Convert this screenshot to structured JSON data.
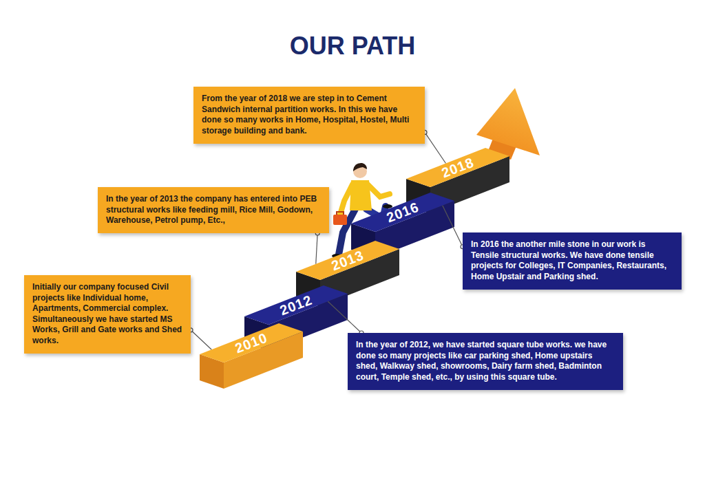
{
  "diagram": {
    "title": "OUR PATH",
    "nodes": [
      {
        "text": [
          "From the year of 2018 we are step in to Cement Sandwich internal partition works. In this we have done so many works in Home, Hospital, Hostel, Multi storage building and bank."
        ]
      },
      {
        "text": [
          "In the year of 2013 the company has entered into PEB structural works like feeding mill, Rice Mill, Godown, Warehouse, Petrol pump, Etc.,"
        ]
      },
      {
        "text": [
          "In 2016 the another mile stone in our work is Tensile structural works. We have done tensile projects for Colleges, IT Companies, Restaurants, Home Upstair and Parking shed."
        ]
      },
      {
        "text": [
          "Initially our company focused Civil projects like Individual home, Apartments, Commercial complex. Simultaneously we have started MS Works, Grill and Gate works and Shed works."
        ]
      },
      {
        "text": [
          "In the year of 2012, we have started square tube works. we have done so many projects like car parking shed, Home upstairs shed, Walkway shed, showrooms, Dairy farm shed, Badminton court, Temple shed, etc., by using this square tube."
        ]
      },
      {
        "text": [
          "2010"
        ]
      },
      {
        "text": [
          "2012"
        ]
      },
      {
        "text": [
          "2013"
        ]
      },
      {
        "text": [
          "2016"
        ]
      },
      {
        "text": [
          "2018"
        ]
      }
    ],
    "edges": [
      {
        "from": 0,
        "to": 9,
        "arrow": "none"
      },
      {
        "from": 1,
        "to": 7,
        "arrow": "none"
      },
      {
        "from": 2,
        "to": 8,
        "arrow": "none"
      },
      {
        "from": 3,
        "to": 5,
        "arrow": "none"
      },
      {
        "from": 4,
        "to": 6,
        "arrow": "none"
      }
    ]
  }
}
